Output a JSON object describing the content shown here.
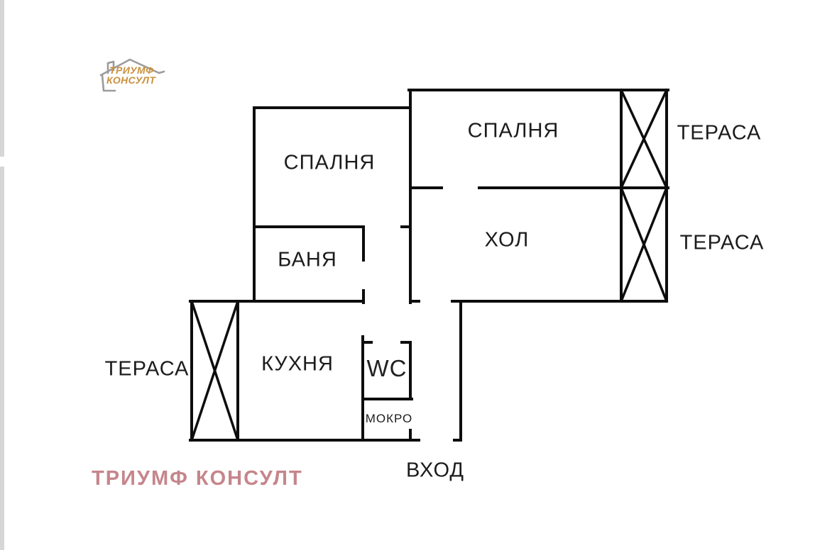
{
  "logo": {
    "line1": "ТРИУМФ",
    "line2": "КОНСУЛТ"
  },
  "watermark": {
    "text": "ТРИУМФ КОНСУЛТ"
  },
  "labels": {
    "bedroom_right": "СПАЛНЯ",
    "bedroom_left": "СПАЛНЯ",
    "hall": "ХОЛ",
    "bath": "БАНЯ",
    "kitchen": "КУХНЯ",
    "wc": "WC",
    "utility": "МОКРО",
    "entrance": "ВХОД",
    "terrace_right_top": "ТЕРАСА",
    "terrace_right_middle": "ТЕРАСА",
    "terrace_left": "ТЕРАСА"
  },
  "colors": {
    "wall": "#0d0d0d",
    "window": "#0d0d0d",
    "logo_text": "#c9913f",
    "logo_outline": "#9b9b9b",
    "watermark": "#c5868b",
    "page_edge": "#d6d6d6",
    "label_text": "#1c1c1c"
  }
}
